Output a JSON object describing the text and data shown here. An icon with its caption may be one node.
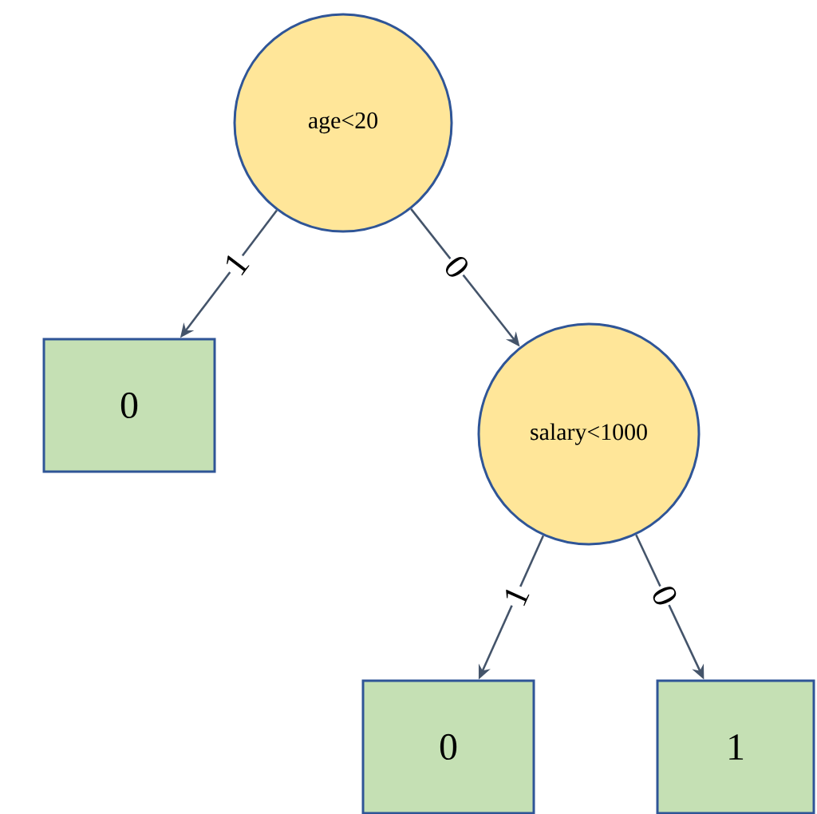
{
  "diagram": {
    "nodes": [
      {
        "text": [
          "age<20"
        ]
      },
      {
        "text": [
          "0"
        ]
      },
      {
        "text": [
          "salary<1000"
        ]
      },
      {
        "text": [
          "0"
        ]
      },
      {
        "text": [
          "1"
        ]
      }
    ],
    "edges": [
      {
        "from": 0,
        "to": 1,
        "arrow": "to",
        "label": "1"
      },
      {
        "from": 0,
        "to": 2,
        "arrow": "to",
        "label": "0"
      },
      {
        "from": 2,
        "to": 3,
        "arrow": "to",
        "label": "1"
      },
      {
        "from": 2,
        "to": 4,
        "arrow": "to",
        "label": "0"
      }
    ]
  }
}
